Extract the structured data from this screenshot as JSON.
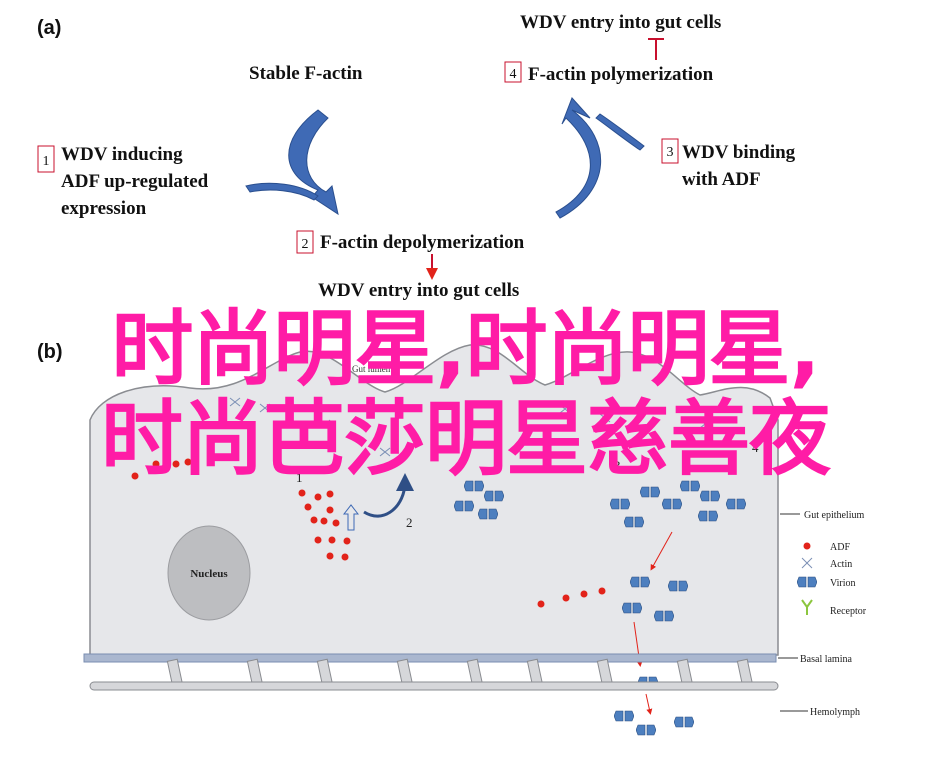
{
  "panel_a": {
    "letter": "(a)",
    "top_label": "WDV entry into gut cells",
    "stable_label": "Stable F-actin",
    "step1": {
      "num": "1",
      "lines": [
        "WDV inducing",
        "ADF up-regulated",
        "expression"
      ]
    },
    "step2": {
      "num": "2",
      "label": "F-actin depolymerization"
    },
    "step3": {
      "num": "3",
      "lines": [
        "WDV binding",
        "with ADF"
      ]
    },
    "step4": {
      "num": "4",
      "label": "F-actin polymerization"
    },
    "bottom_label": "WDV entry into gut cells"
  },
  "panel_b": {
    "letter": "(b)",
    "nucleus_label": "Nucleus",
    "gut_lumen_label": "Gut lumen",
    "step_numbers": [
      "1",
      "2",
      "3",
      "4"
    ],
    "legend": {
      "gut_epithelium": "Gut epithelium",
      "adf": "ADF",
      "actin": "Actin",
      "virion": "Virion",
      "receptor": "Receptor",
      "basal_lamina": "Basal lamina",
      "hemolymph": "Hemolymph"
    }
  },
  "overlay": {
    "line1": "时尚明星,时尚明星,",
    "line2": "时尚芭莎明星慈善夜"
  },
  "colors": {
    "arrow_blue": "#3f6ab5",
    "box_red": "#c8102e",
    "adf_red": "#e2231a",
    "virion_blue": "#4d7fbf",
    "receptor_green": "#8cc63f",
    "cell_fill": "#e6e7ea",
    "overlay_pink": "#ff1ca6"
  }
}
